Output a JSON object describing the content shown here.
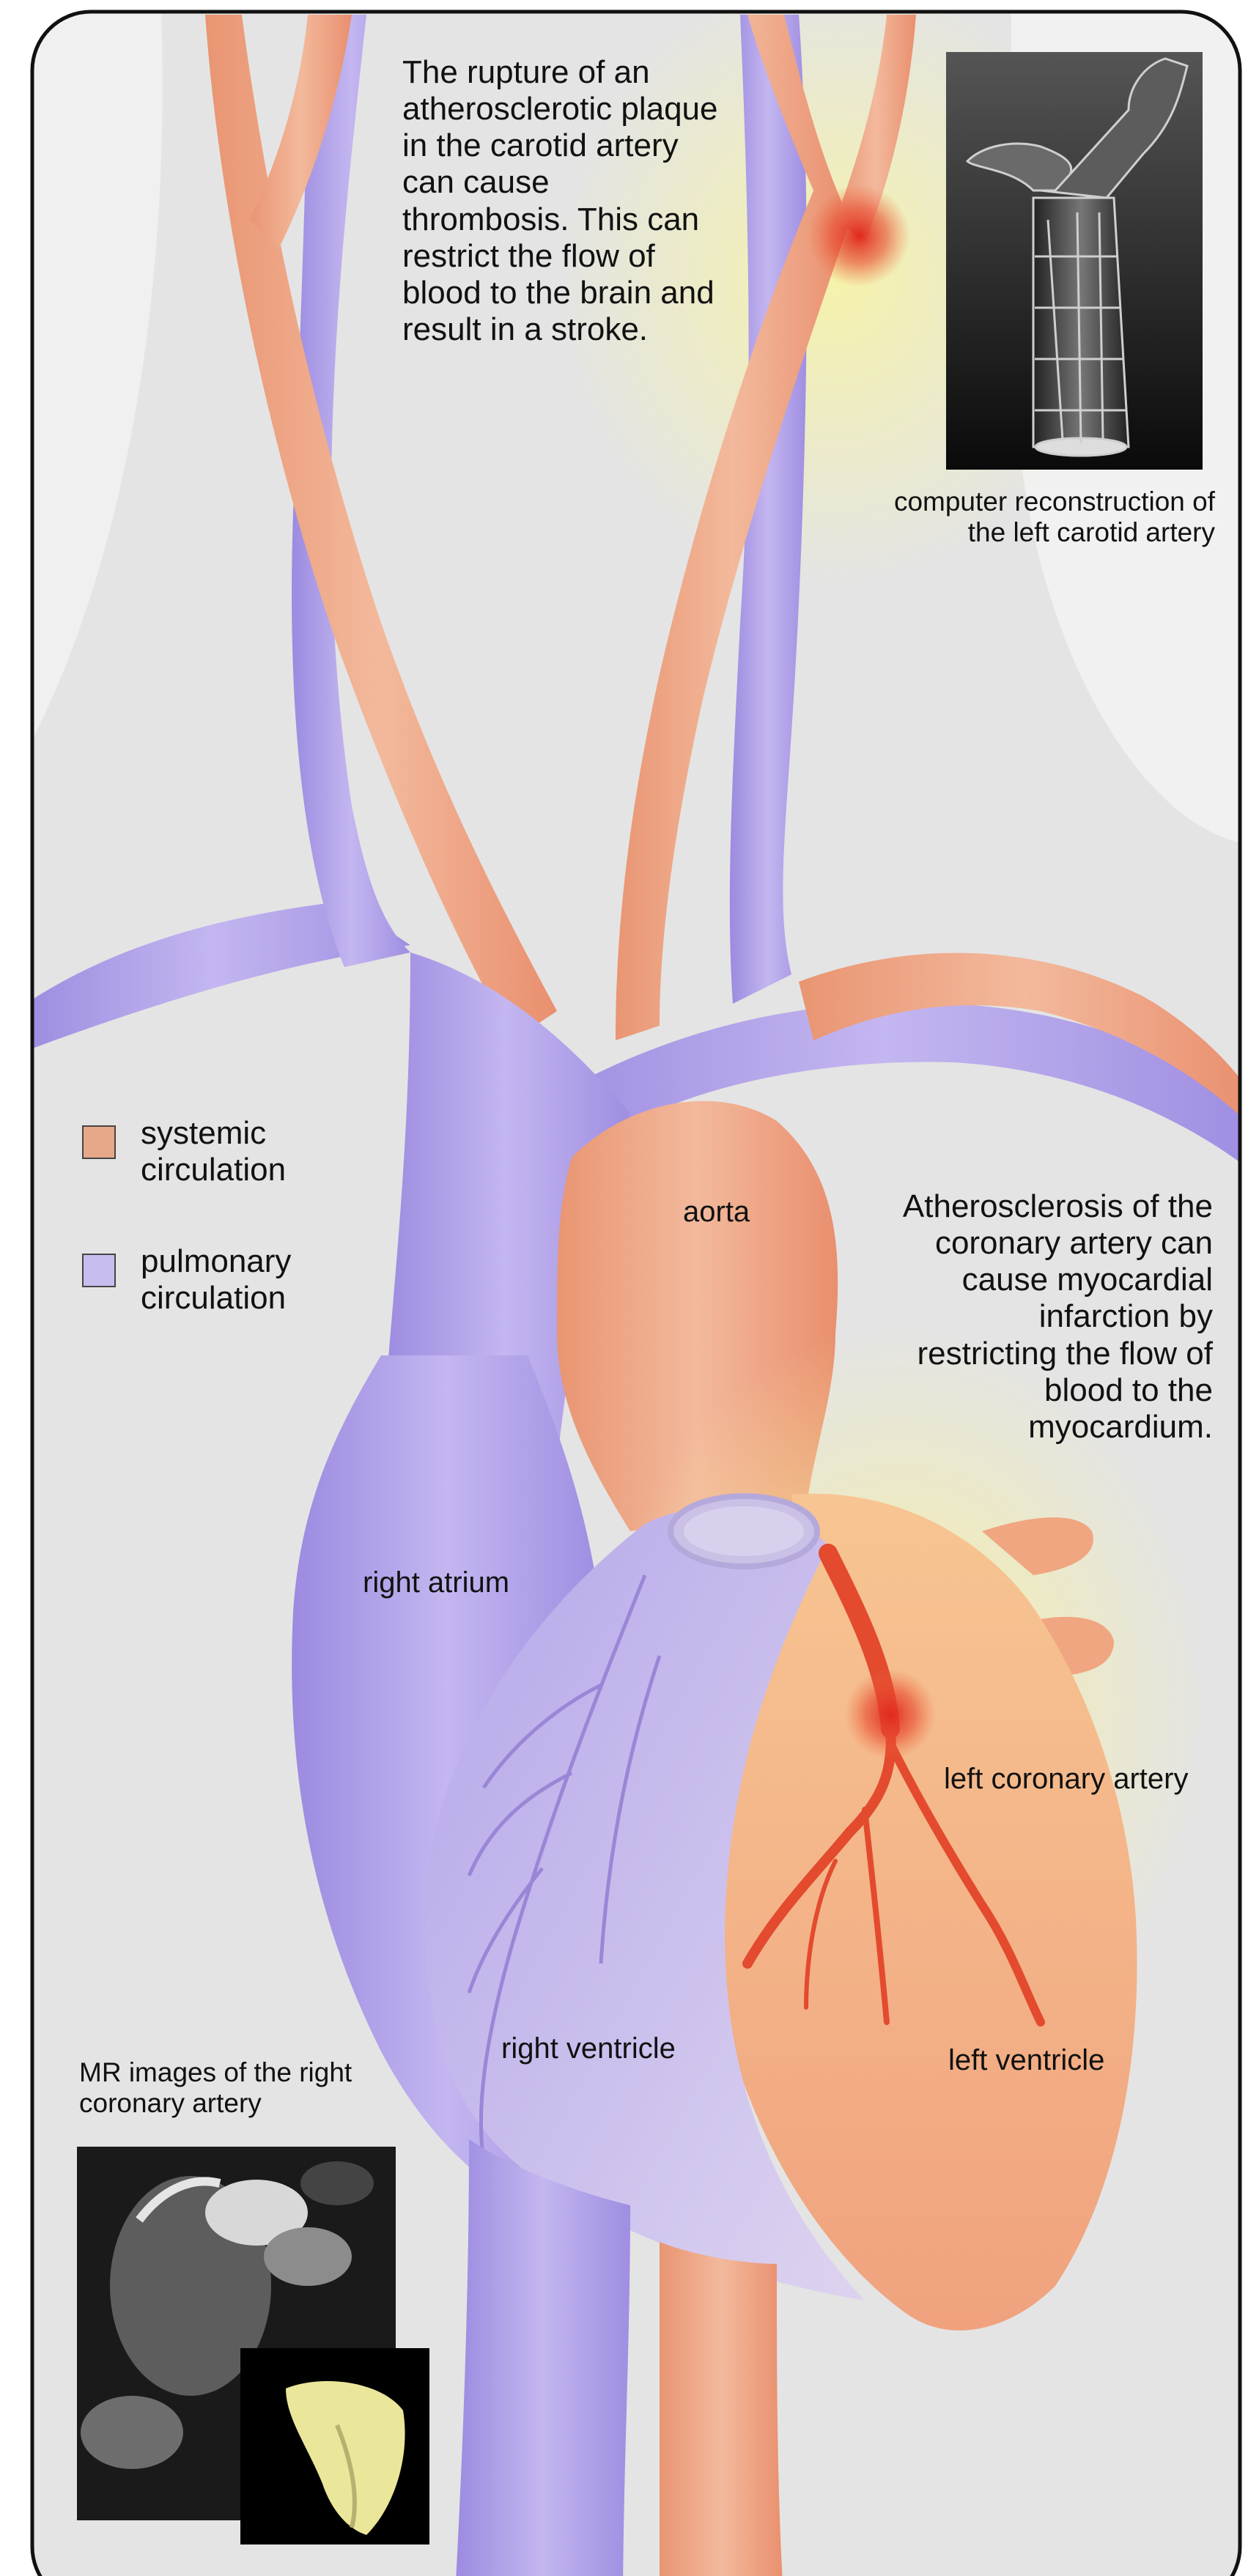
{
  "colors": {
    "systemic": "#e7a88a",
    "pulmonary": "#c9bdf0",
    "plaque": "#e0291e",
    "background": "#e5e5e5",
    "frame": "#111111"
  },
  "annotations": {
    "carotid_note": "The rupture of an atherosclerotic plaque in the carotid artery can cause thrombosis. This can restrict the flow of blood to the brain and result in a stroke.",
    "coronary_note": "Atherosclerosis of the coronary artery can cause myocardial infarction by restricting the flow of blood to the myocardium.",
    "carotid_caption": "computer reconstruction of the left carotid artery",
    "mr_caption": "MR images of the right coronary artery"
  },
  "legend": [
    {
      "label": "systemic circulation",
      "color": "#e7a88a"
    },
    {
      "label": "pulmonary circulation",
      "color": "#c9bdf0"
    }
  ],
  "labels": {
    "aorta": "aorta",
    "right_atrium": "right atrium",
    "left_coronary_artery": "left coronary artery",
    "right_ventricle": "right ventricle",
    "left_ventricle": "left ventricle"
  }
}
